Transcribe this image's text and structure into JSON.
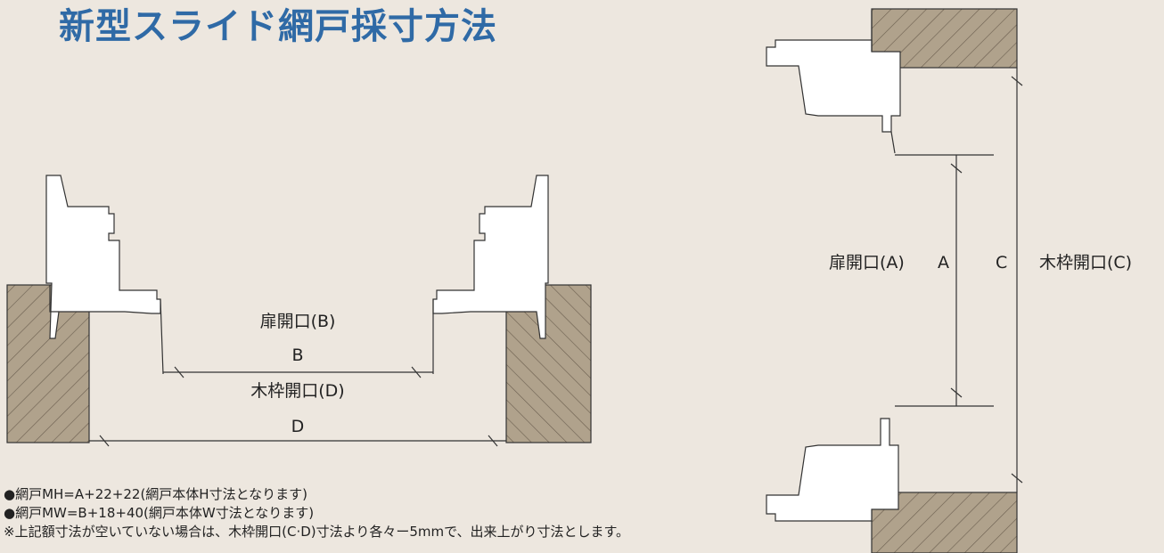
{
  "title": "新型スライド網戸採寸方法",
  "labels": {
    "left_inner_opening": "扉開口(B)",
    "left_inner_letter": "B",
    "left_outer_opening": "木枠開口(D)",
    "left_outer_letter": "D",
    "right_inner_opening": "扉開口(A)",
    "right_inner_letter": "A",
    "right_outer_letter": "C",
    "right_outer_opening": "木枠開口(C)"
  },
  "notes": [
    "●網戸MH=A+22+22(網戸本体H寸法となります)",
    "●網戸MW=B+18+40(網戸本体W寸法となります)",
    "※上記額寸法が空いていない場合は、木枠開口(C·D)寸法より各々ー5mmで、出来上がり寸法とします。"
  ],
  "colors": {
    "title": "#2f6aa6",
    "background": "#ede7df",
    "wood": "#b0a28c",
    "profile_fill": "#ffffff",
    "line": "#333333"
  }
}
